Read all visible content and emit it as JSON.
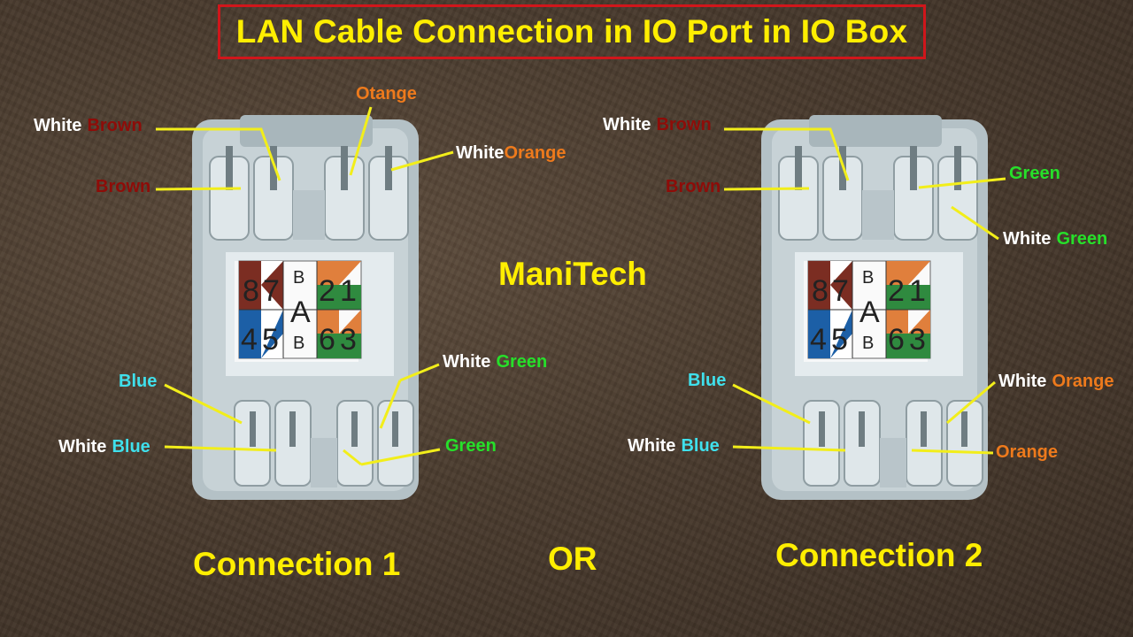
{
  "title": "LAN Cable Connection in IO Port in IO Box",
  "brand": "ManiTech",
  "separator": "OR",
  "keystone_label": {
    "top_b": "B",
    "middle_a": "A",
    "bottom_b": "B",
    "pins_top_left": [
      "8",
      "7"
    ],
    "pins_top_right": [
      "2",
      "1"
    ],
    "pins_bottom_left": [
      "4",
      "5"
    ],
    "pins_bottom_right": [
      "6",
      "3"
    ]
  },
  "connection1": {
    "caption": "Connection 1",
    "labels": {
      "white_brown": [
        "White",
        "Brown"
      ],
      "brown": "Brown",
      "otange": "Otange",
      "white_orange": [
        "White",
        "Orange"
      ],
      "blue": "Blue",
      "white_blue": [
        "White",
        "Blue"
      ],
      "white_green": [
        "White",
        "Green"
      ],
      "green": "Green"
    }
  },
  "connection2": {
    "caption": "Connection 2",
    "labels": {
      "white_brown": [
        "White",
        "Brown"
      ],
      "brown": "Brown",
      "green": "Green",
      "white_green": [
        "White",
        "Green"
      ],
      "blue": "Blue",
      "white_blue": [
        "White",
        "Blue"
      ],
      "white_orange": [
        "White",
        "Orange"
      ],
      "orange": "Orange"
    }
  },
  "colors": {
    "title": "#ffee00",
    "title_border": "#d0161b",
    "leader_line": "#f2ee1a",
    "brown": "#8e0c08",
    "orange": "#ee7a1c",
    "green": "#26e02a",
    "blue": "#3fe0ec",
    "white": "#ffffff"
  }
}
